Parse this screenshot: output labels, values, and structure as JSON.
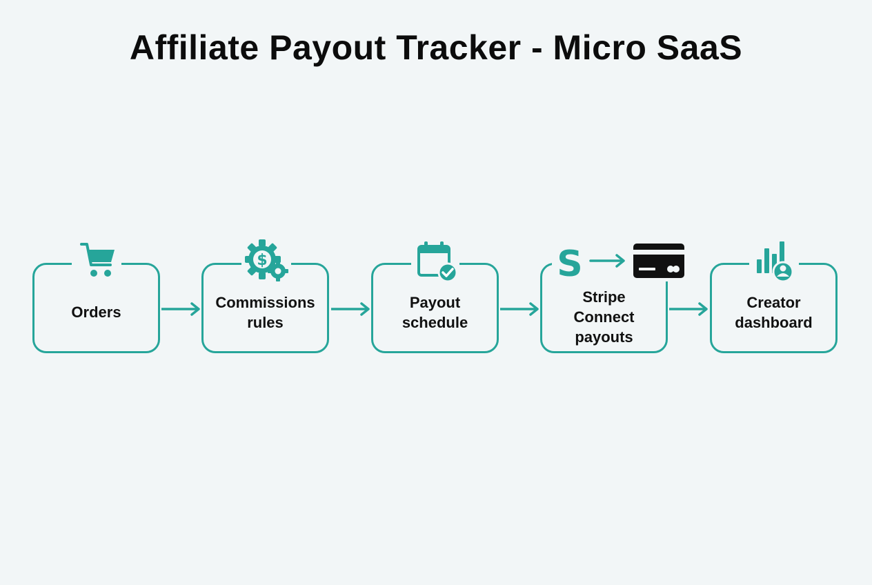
{
  "title": "Affiliate Payout Tracker - Micro SaaS",
  "colors": {
    "accent": "#26a59a",
    "text": "#111111",
    "background": "#f2f6f7",
    "card_icon": "#111111"
  },
  "steps": [
    {
      "label": "Orders",
      "icon": "shopping-cart-icon"
    },
    {
      "label": "Commissions\nrules",
      "icon": "dollar-gear-icon"
    },
    {
      "label": "Payout\nschedule",
      "icon": "calendar-check-icon"
    },
    {
      "label": "Stripe\nConnect\npayouts",
      "icon": "stripe-to-card-icon"
    },
    {
      "label": "Creator\ndashboard",
      "icon": "chart-user-icon"
    }
  ]
}
